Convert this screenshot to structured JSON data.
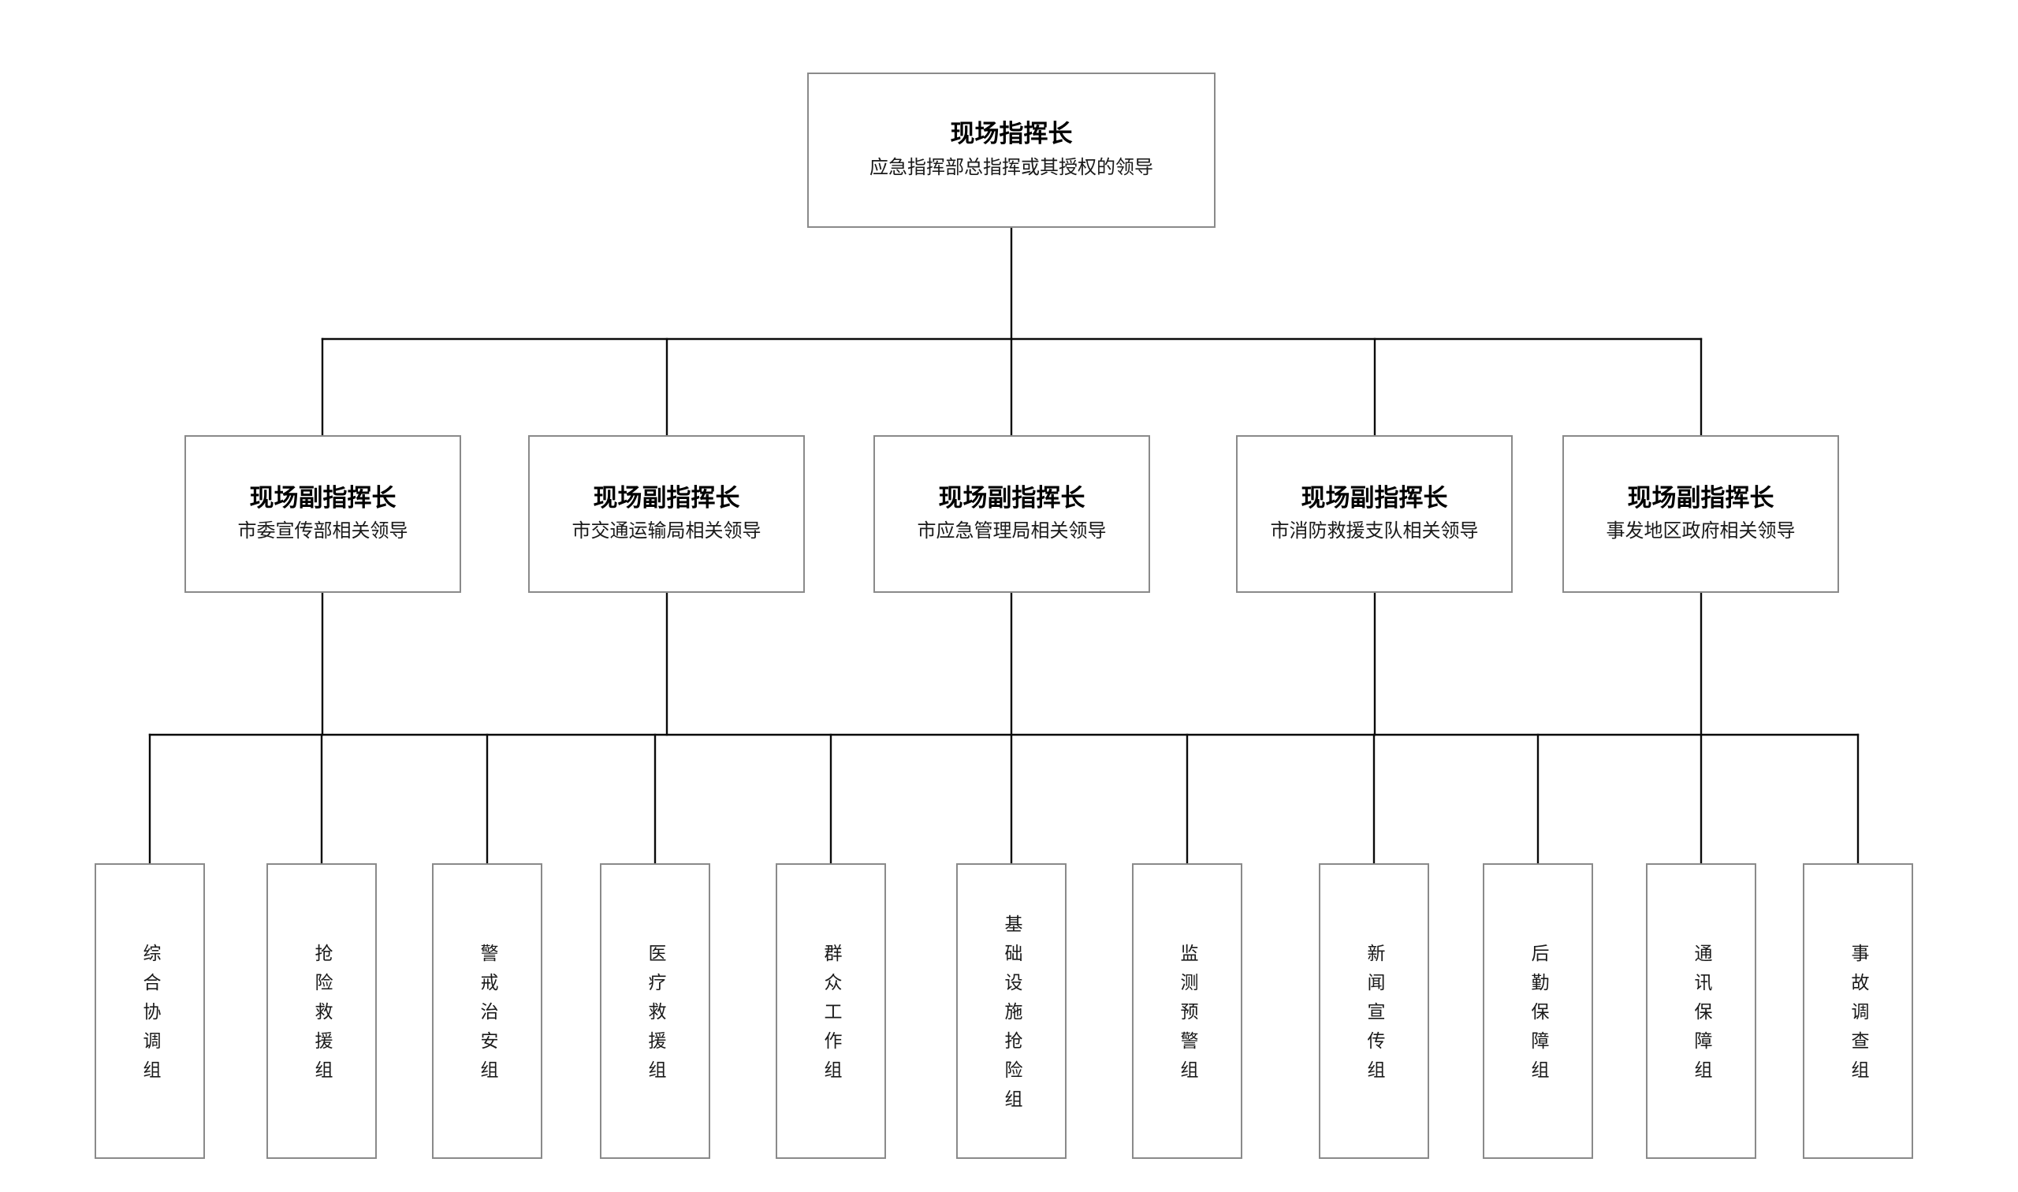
{
  "diagram": {
    "root": {
      "title": "现场指挥长",
      "subtitle": "应急指挥部总指挥或其授权的领导"
    },
    "deputies": [
      {
        "title": "现场副指挥长",
        "subtitle": "市委宣传部相关领导"
      },
      {
        "title": "现场副指挥长",
        "subtitle": "市交通运输局相关领导"
      },
      {
        "title": "现场副指挥长",
        "subtitle": "市应急管理局相关领导"
      },
      {
        "title": "现场副指挥长",
        "subtitle": "市消防救援支队相关领导"
      },
      {
        "title": "现场副指挥长",
        "subtitle": "事发地区政府相关领导"
      }
    ],
    "teams": [
      "综合协调组",
      "抢险救援组",
      "警戒治安组",
      "医疗救援组",
      "群众工作组",
      "基础设施抢险组",
      "监测预警组",
      "新闻宣传组",
      "后勤保障组",
      "通讯保障组",
      "事故调查组"
    ],
    "colors": {
      "connector_line": "#0a0a0a",
      "box_border": "#8a8a8a",
      "background": "#ffffff",
      "text": "#000000"
    }
  }
}
